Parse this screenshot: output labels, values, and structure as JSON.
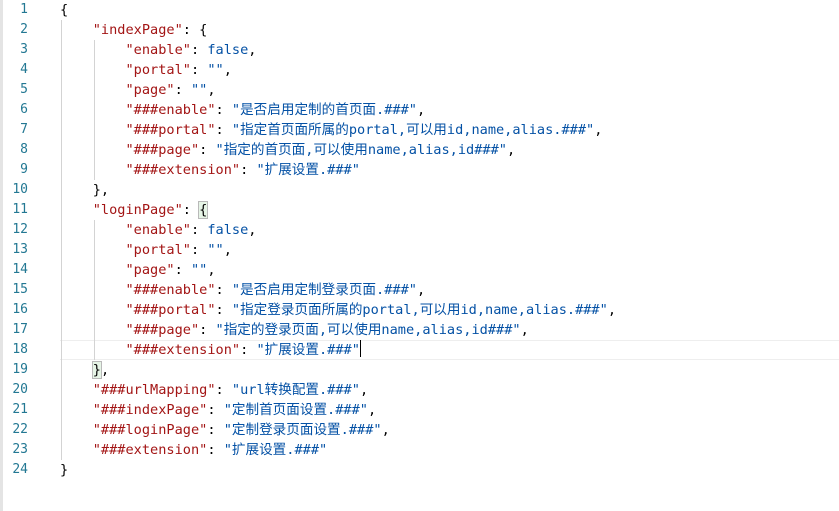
{
  "editor": {
    "line_numbers": [
      "1",
      "2",
      "3",
      "4",
      "5",
      "6",
      "7",
      "8",
      "9",
      "10",
      "11",
      "12",
      "13",
      "14",
      "15",
      "16",
      "17",
      "18",
      "19",
      "20",
      "21",
      "22",
      "23",
      "24"
    ],
    "lines": [
      [
        {
          "t": "{",
          "c": "punc"
        }
      ],
      [
        {
          "t": "    ",
          "c": "punc"
        },
        {
          "t": "\"indexPage\"",
          "c": "key"
        },
        {
          "t": ": {",
          "c": "punc"
        }
      ],
      [
        {
          "t": "        ",
          "c": "punc"
        },
        {
          "t": "\"enable\"",
          "c": "key"
        },
        {
          "t": ": ",
          "c": "punc"
        },
        {
          "t": "false",
          "c": "kw"
        },
        {
          "t": ",",
          "c": "punc"
        }
      ],
      [
        {
          "t": "        ",
          "c": "punc"
        },
        {
          "t": "\"portal\"",
          "c": "key"
        },
        {
          "t": ": ",
          "c": "punc"
        },
        {
          "t": "\"\"",
          "c": "str"
        },
        {
          "t": ",",
          "c": "punc"
        }
      ],
      [
        {
          "t": "        ",
          "c": "punc"
        },
        {
          "t": "\"page\"",
          "c": "key"
        },
        {
          "t": ": ",
          "c": "punc"
        },
        {
          "t": "\"\"",
          "c": "str"
        },
        {
          "t": ",",
          "c": "punc"
        }
      ],
      [
        {
          "t": "        ",
          "c": "punc"
        },
        {
          "t": "\"###enable\"",
          "c": "key"
        },
        {
          "t": ": ",
          "c": "punc"
        },
        {
          "t": "\"是否启用定制的首页面.###\"",
          "c": "str"
        },
        {
          "t": ",",
          "c": "punc"
        }
      ],
      [
        {
          "t": "        ",
          "c": "punc"
        },
        {
          "t": "\"###portal\"",
          "c": "key"
        },
        {
          "t": ": ",
          "c": "punc"
        },
        {
          "t": "\"指定首页面所属的portal,可以用id,name,alias.###\"",
          "c": "str"
        },
        {
          "t": ",",
          "c": "punc"
        }
      ],
      [
        {
          "t": "        ",
          "c": "punc"
        },
        {
          "t": "\"###page\"",
          "c": "key"
        },
        {
          "t": ": ",
          "c": "punc"
        },
        {
          "t": "\"指定的首页面,可以使用name,alias,id###\"",
          "c": "str"
        },
        {
          "t": ",",
          "c": "punc"
        }
      ],
      [
        {
          "t": "        ",
          "c": "punc"
        },
        {
          "t": "\"###extension\"",
          "c": "key"
        },
        {
          "t": ": ",
          "c": "punc"
        },
        {
          "t": "\"扩展设置.###\"",
          "c": "str"
        }
      ],
      [
        {
          "t": "    },",
          "c": "punc"
        }
      ],
      [
        {
          "t": "    ",
          "c": "punc"
        },
        {
          "t": "\"loginPage\"",
          "c": "key"
        },
        {
          "t": ": ",
          "c": "punc"
        },
        {
          "t": "{",
          "c": "bracket"
        }
      ],
      [
        {
          "t": "        ",
          "c": "punc"
        },
        {
          "t": "\"enable\"",
          "c": "key"
        },
        {
          "t": ": ",
          "c": "punc"
        },
        {
          "t": "false",
          "c": "kw"
        },
        {
          "t": ",",
          "c": "punc"
        }
      ],
      [
        {
          "t": "        ",
          "c": "punc"
        },
        {
          "t": "\"portal\"",
          "c": "key"
        },
        {
          "t": ": ",
          "c": "punc"
        },
        {
          "t": "\"\"",
          "c": "str"
        },
        {
          "t": ",",
          "c": "punc"
        }
      ],
      [
        {
          "t": "        ",
          "c": "punc"
        },
        {
          "t": "\"page\"",
          "c": "key"
        },
        {
          "t": ": ",
          "c": "punc"
        },
        {
          "t": "\"\"",
          "c": "str"
        },
        {
          "t": ",",
          "c": "punc"
        }
      ],
      [
        {
          "t": "        ",
          "c": "punc"
        },
        {
          "t": "\"###enable\"",
          "c": "key"
        },
        {
          "t": ": ",
          "c": "punc"
        },
        {
          "t": "\"是否启用定制登录页面.###\"",
          "c": "str"
        },
        {
          "t": ",",
          "c": "punc"
        }
      ],
      [
        {
          "t": "        ",
          "c": "punc"
        },
        {
          "t": "\"###portal\"",
          "c": "key"
        },
        {
          "t": ": ",
          "c": "punc"
        },
        {
          "t": "\"指定登录页面所属的portal,可以用id,name,alias.###\"",
          "c": "str"
        },
        {
          "t": ",",
          "c": "punc"
        }
      ],
      [
        {
          "t": "        ",
          "c": "punc"
        },
        {
          "t": "\"###page\"",
          "c": "key"
        },
        {
          "t": ": ",
          "c": "punc"
        },
        {
          "t": "\"指定的登录页面,可以使用name,alias,id###\"",
          "c": "str"
        },
        {
          "t": ",",
          "c": "punc"
        }
      ],
      [
        {
          "t": "        ",
          "c": "punc"
        },
        {
          "t": "\"###extension\"",
          "c": "key"
        },
        {
          "t": ": ",
          "c": "punc"
        },
        {
          "t": "\"扩展设置.###\"",
          "c": "str"
        },
        {
          "t": "",
          "c": "caret"
        }
      ],
      [
        {
          "t": "    ",
          "c": "punc"
        },
        {
          "t": "}",
          "c": "bracket"
        },
        {
          "t": ",",
          "c": "punc"
        }
      ],
      [
        {
          "t": "    ",
          "c": "punc"
        },
        {
          "t": "\"###urlMapping\"",
          "c": "key"
        },
        {
          "t": ": ",
          "c": "punc"
        },
        {
          "t": "\"url转换配置.###\"",
          "c": "str"
        },
        {
          "t": ",",
          "c": "punc"
        }
      ],
      [
        {
          "t": "    ",
          "c": "punc"
        },
        {
          "t": "\"###indexPage\"",
          "c": "key"
        },
        {
          "t": ": ",
          "c": "punc"
        },
        {
          "t": "\"定制首页面设置.###\"",
          "c": "str"
        },
        {
          "t": ",",
          "c": "punc"
        }
      ],
      [
        {
          "t": "    ",
          "c": "punc"
        },
        {
          "t": "\"###loginPage\"",
          "c": "key"
        },
        {
          "t": ": ",
          "c": "punc"
        },
        {
          "t": "\"定制登录页面设置.###\"",
          "c": "str"
        },
        {
          "t": ",",
          "c": "punc"
        }
      ],
      [
        {
          "t": "    ",
          "c": "punc"
        },
        {
          "t": "\"###extension\"",
          "c": "key"
        },
        {
          "t": ": ",
          "c": "punc"
        },
        {
          "t": "\"扩展设置.###\"",
          "c": "str"
        }
      ],
      [
        {
          "t": "}",
          "c": "punc"
        }
      ]
    ]
  },
  "colors": {
    "line_number": "#237893",
    "key": "#a31515",
    "string": "#0451a5",
    "keyword": "#0451a5"
  }
}
